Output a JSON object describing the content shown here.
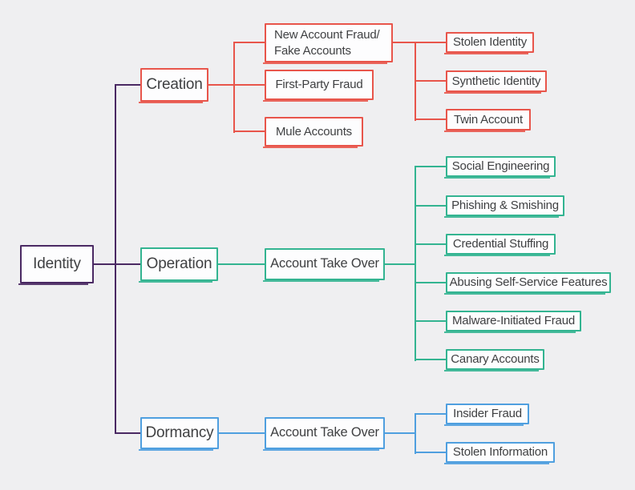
{
  "diagram_title": "Identity fraud taxonomy tree",
  "colors": {
    "background": "#efeff1",
    "fill": "#fdfdfe",
    "text": "#3f4042",
    "purple": "#4a2963",
    "red": "#e8554b",
    "teal": "#33b491",
    "blue": "#4f9fdf"
  },
  "nodes": {
    "identity": "Identity",
    "creation": "Creation",
    "operation": "Operation",
    "dormancy": "Dormancy",
    "new_account_fraud": "New Account Fraud/ Fake Accounts",
    "first_party_fraud": "First-Party Fraud",
    "mule_accounts": "Mule Accounts",
    "stolen_identity": "Stolen Identity",
    "synthetic_identity": "Synthetic Identity",
    "twin_account": "Twin Account",
    "account_take_over_operation": "Account Take Over",
    "social_engineering": "Social Engineering",
    "phishing_smishing": "Phishing & Smishing",
    "credential_stuffing": "Credential Stuffing",
    "abusing_self_service": "Abusing Self-Service Features",
    "malware_initiated_fraud": "Malware-Initiated Fraud",
    "canary_accounts": "Canary Accounts",
    "account_take_over_dormancy": "Account Take Over",
    "insider_fraud": "Insider Fraud",
    "stolen_information": "Stolen Information"
  }
}
